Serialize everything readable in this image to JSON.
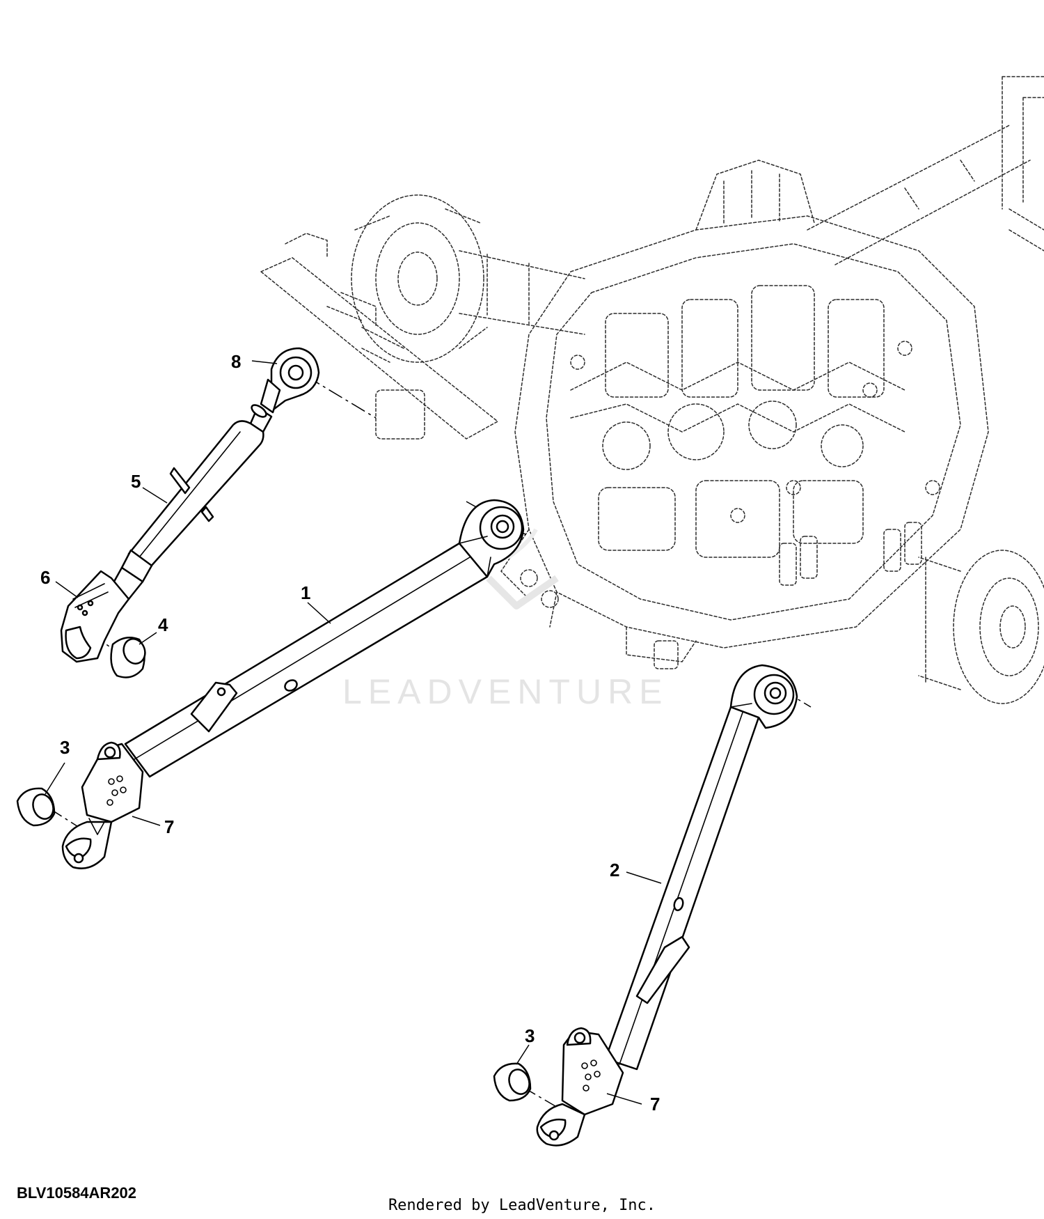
{
  "figure_id": "BLV10584AR202",
  "credit": "Rendered by LeadVenture, Inc.",
  "watermark": "LEADVENTURE",
  "callouts": {
    "c1": "1",
    "c2": "2",
    "c3a": "3",
    "c3b": "3",
    "c4": "4",
    "c5": "5",
    "c6": "6",
    "c7a": "7",
    "c7b": "7",
    "c8": "8"
  },
  "icons": {
    "watermark": "leadventure-logo-icon"
  }
}
